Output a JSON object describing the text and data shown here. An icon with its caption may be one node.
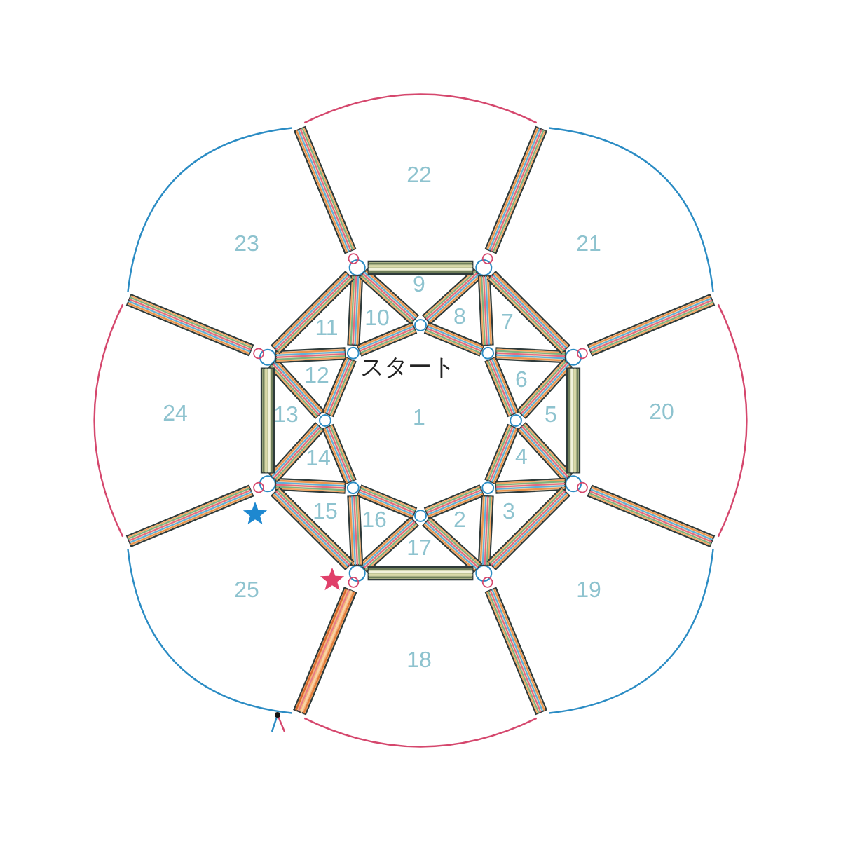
{
  "diagram": {
    "labels": [
      "22",
      "23",
      "21",
      "9",
      "11",
      "10",
      "8",
      "7",
      "12",
      "スタート",
      "6",
      "24",
      "13",
      "1",
      "5",
      "20",
      "14",
      "4",
      "15",
      "16",
      "2",
      "3",
      "17",
      "25",
      "19",
      "18"
    ]
  }
}
